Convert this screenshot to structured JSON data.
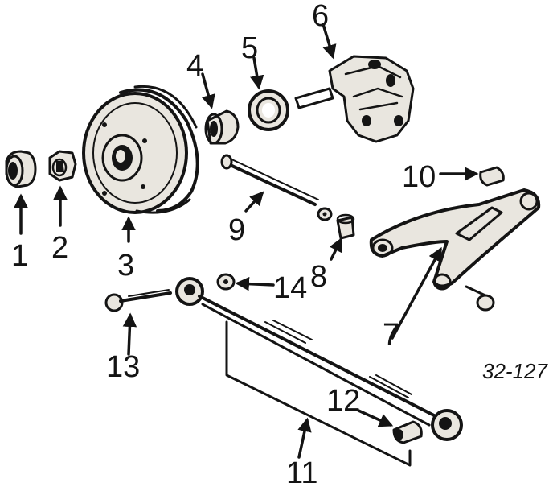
{
  "diagram": {
    "reference_code": "32-127",
    "parts": [
      {
        "id": "1",
        "label": "1"
      },
      {
        "id": "2",
        "label": "2"
      },
      {
        "id": "3",
        "label": "3"
      },
      {
        "id": "4",
        "label": "4"
      },
      {
        "id": "5",
        "label": "5"
      },
      {
        "id": "6",
        "label": "6"
      },
      {
        "id": "7",
        "label": "7"
      },
      {
        "id": "8",
        "label": "8"
      },
      {
        "id": "9",
        "label": "9"
      },
      {
        "id": "10",
        "label": "10"
      },
      {
        "id": "11",
        "label": "11"
      },
      {
        "id": "12",
        "label": "12"
      },
      {
        "id": "13",
        "label": "13"
      },
      {
        "id": "14",
        "label": "14"
      }
    ]
  }
}
